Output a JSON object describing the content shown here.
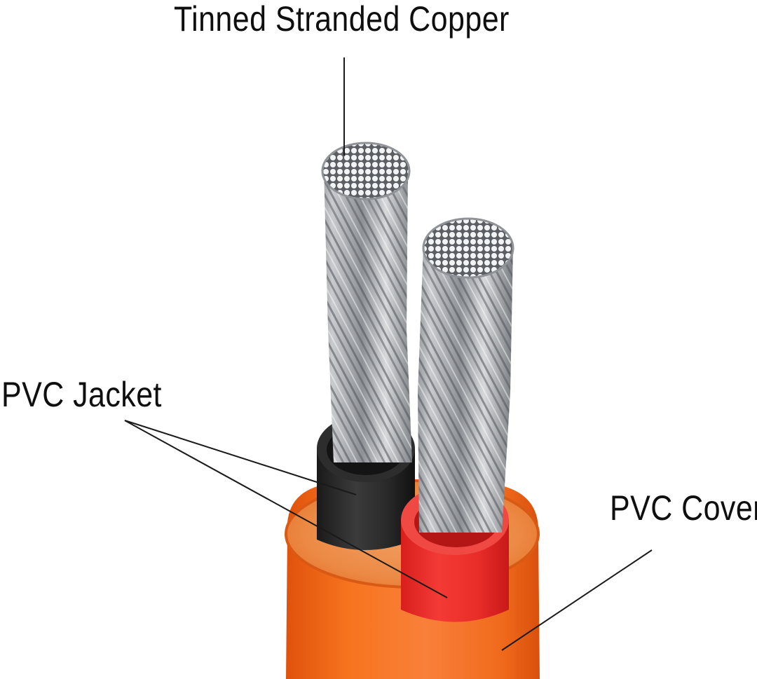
{
  "labels": {
    "copper": "Tinned Stranded Copper",
    "jacket": "PVC Jacket",
    "cover": "PVC Cover"
  },
  "colors": {
    "cover_orange": "#f26a1b",
    "cover_top": "#e8803a",
    "jacket_black": "#2a2a2a",
    "jacket_red": "#e8302c",
    "copper_silver": "#b9bcc0",
    "leader_line": "#1a1a1a"
  }
}
